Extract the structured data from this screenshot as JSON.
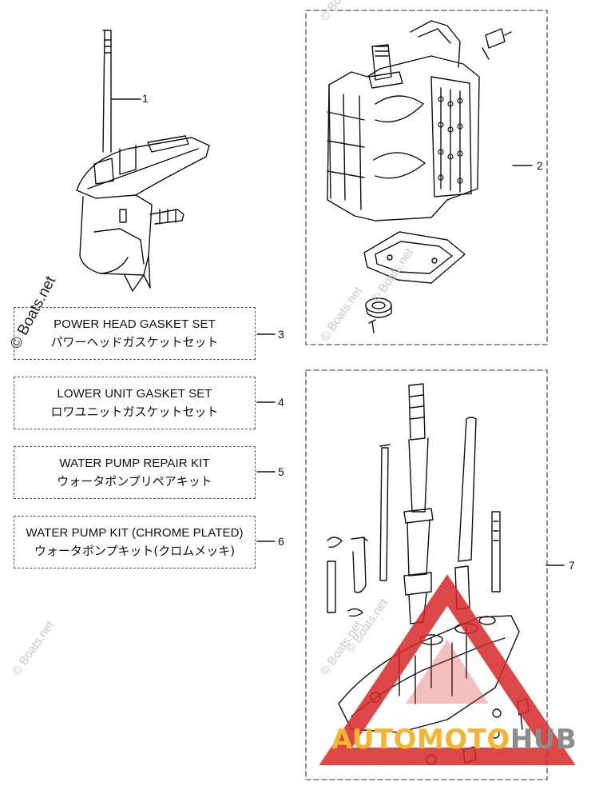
{
  "kits": [
    {
      "number": "3",
      "en": "POWER HEAD GASKET SET",
      "jp": "パワーヘッドガスケットセット"
    },
    {
      "number": "4",
      "en": "LOWER UNIT GASKET SET",
      "jp": "ロワユニットガスケットセット"
    },
    {
      "number": "5",
      "en": "WATER PUMP REPAIR KIT",
      "jp": "ウォータポンプリペアキット"
    },
    {
      "number": "6",
      "en": "WATER PUMP KIT (CHROME PLATED)",
      "jp": "ウォータポンプキット(クロムメッキ)"
    }
  ],
  "callouts": {
    "c1": "1",
    "c2": "2",
    "c7": "7"
  },
  "copyright": "© Boats.net",
  "watermark": "© Boats.net",
  "brand": {
    "part1": "AUTO",
    "part2": "MOTO",
    "part3": "HUB"
  },
  "colors": {
    "brand_yellow": "#f5b531",
    "brand_gray": "#8c8c8c",
    "brand_red": "#d62828"
  }
}
